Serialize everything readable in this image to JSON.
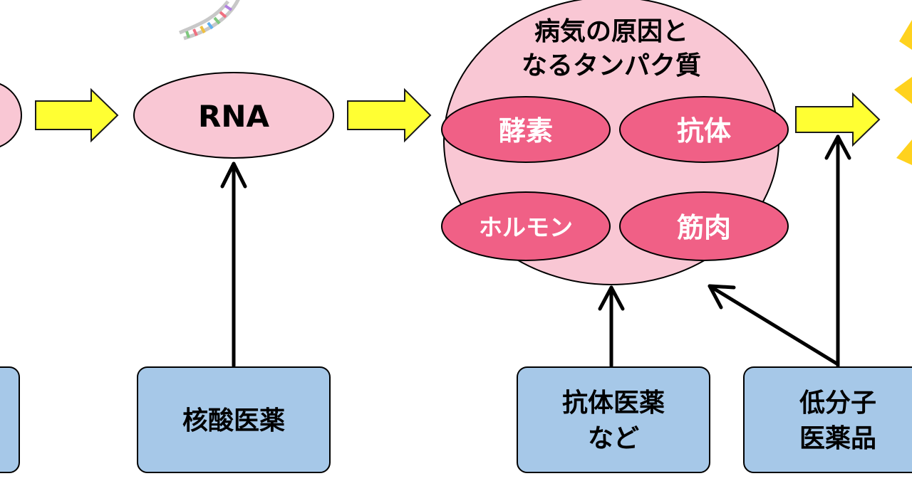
{
  "nodes": {
    "rna": "RNA",
    "protein_line1": "病気の原因と",
    "protein_line2": "なるタンパク質",
    "enzyme": "酵素",
    "antibody": "抗体",
    "hormone": "ホルモン",
    "muscle": "筋肉"
  },
  "drugs": {
    "nucleic_acid": "核酸医薬",
    "antibody_line1": "抗体医薬",
    "antibody_line2": "など",
    "small_molecule_line1": "低分子",
    "small_molecule_line2": "医薬品"
  },
  "colors": {
    "pink_fill": "#f9c7d4",
    "magenta_fill": "#f06086",
    "blue_box": "#a6c8e8",
    "yellow_arrow": "#ffff33"
  }
}
